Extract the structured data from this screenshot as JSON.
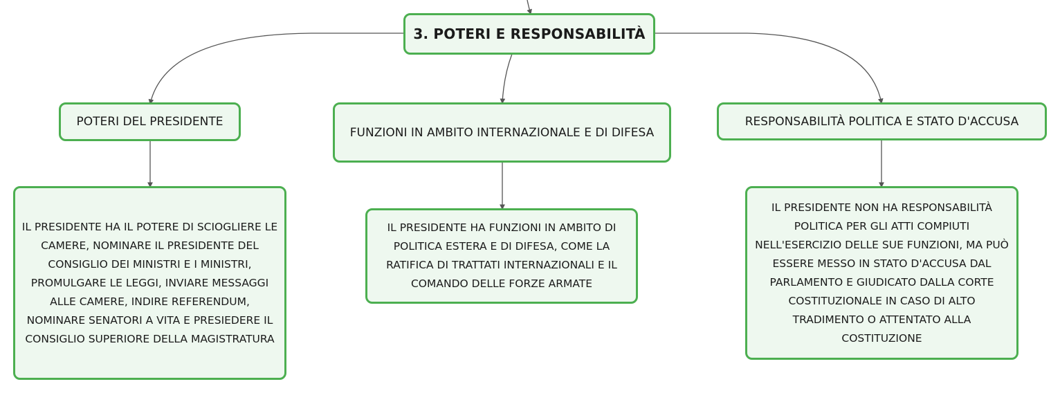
{
  "colors": {
    "node_border": "#4caf50",
    "node_fill": "#eef8ef",
    "connector": "#555555",
    "text": "#1a1a1a"
  },
  "root": {
    "label": "3. POTERI E RESPONSABILITÀ"
  },
  "branches": [
    {
      "title": "POTERI DEL PRESIDENTE",
      "detail": "IL PRESIDENTE HA IL POTERE DI SCIOGLIERE LE CAMERE, NOMINARE IL PRESIDENTE DEL CONSIGLIO DEI MINISTRI E I MINISTRI, PROMULGARE LE LEGGI, INVIARE MESSAGGI ALLE CAMERE, INDIRE REFERENDUM, NOMINARE SENATORI A VITA E PRESIEDERE IL CONSIGLIO SUPERIORE DELLA MAGISTRATURA"
    },
    {
      "title": "FUNZIONI IN AMBITO INTERNAZIONALE E DI DIFESA",
      "detail": "IL PRESIDENTE HA FUNZIONI IN AMBITO DI POLITICA ESTERA E DI DIFESA, COME LA RATIFICA DI TRATTATI INTERNAZIONALI E IL COMANDO DELLE FORZE ARMATE"
    },
    {
      "title": "RESPONSABILITÀ POLITICA E STATO D'ACCUSA",
      "detail": "IL PRESIDENTE NON HA RESPONSABILITÀ POLITICA PER GLI ATTI COMPIUTI NELL'ESERCIZIO DELLE SUE FUNZIONI, MA PUÒ ESSERE MESSO IN STATO D'ACCUSA DAL PARLAMENTO E GIUDICATO DALLA CORTE COSTITUZIONALE IN CASO DI ALTO TRADIMENTO O ATTENTATO ALLA COSTITUZIONE"
    }
  ]
}
